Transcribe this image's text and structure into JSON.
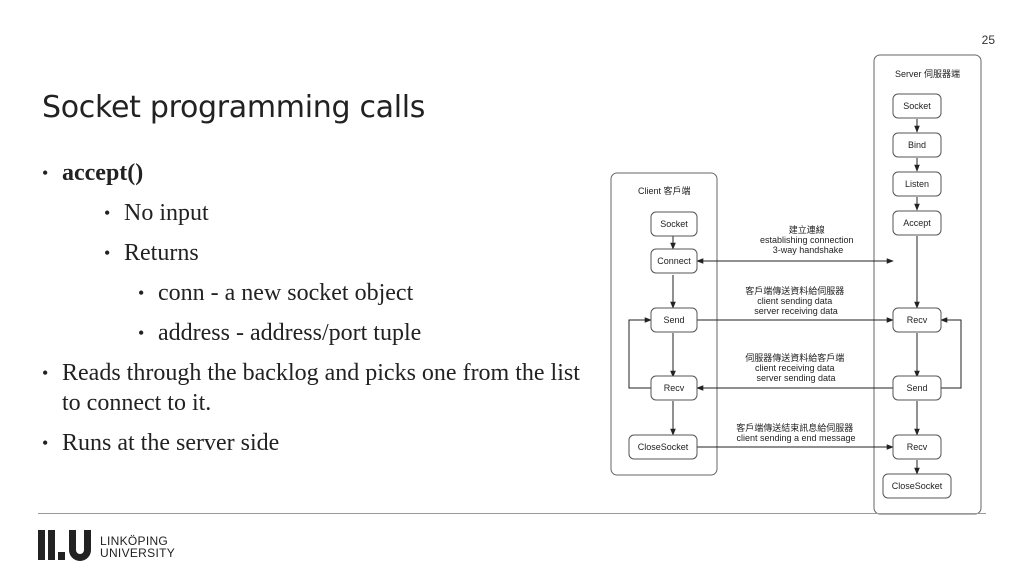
{
  "slide_number": "25",
  "title": "Socket programming calls",
  "bullets": [
    {
      "text": "accept()",
      "level": 1,
      "bold": true
    },
    {
      "text": "No input",
      "level": 2
    },
    {
      "text": "Returns",
      "level": 2
    },
    {
      "text": "conn - a new socket object",
      "level": 3
    },
    {
      "text": "address - address/port tuple",
      "level": 3
    },
    {
      "text": "Reads through the backlog and picks one from the list to connect to it.",
      "level": 1
    },
    {
      "text": "Runs at the server side",
      "level": 1
    }
  ],
  "diagram": {
    "client_lane": "Client 客戶端",
    "server_lane": "Server 伺服器端",
    "client_nodes": [
      "Socket",
      "Connect",
      "Send",
      "Recv",
      "CloseSocket"
    ],
    "server_nodes": [
      "Socket",
      "Bind",
      "Listen",
      "Accept",
      "Recv",
      "Send",
      "Recv",
      "CloseSocket"
    ],
    "messages": [
      {
        "lines": [
          "建立連線",
          "establishing connection",
          "3-way handshake"
        ]
      },
      {
        "lines": [
          "客戶端傳送資料給伺服器",
          "client sending data",
          "server receiving data"
        ]
      },
      {
        "lines": [
          "伺服器傳送資料給客戶端",
          "client receiving data",
          "server sending data"
        ]
      },
      {
        "lines": [
          "客戶端傳送結束訊息給伺服器",
          "client sending a end message"
        ]
      }
    ]
  },
  "logo": {
    "line1": "LINKÖPING",
    "line2": "UNIVERSITY"
  }
}
